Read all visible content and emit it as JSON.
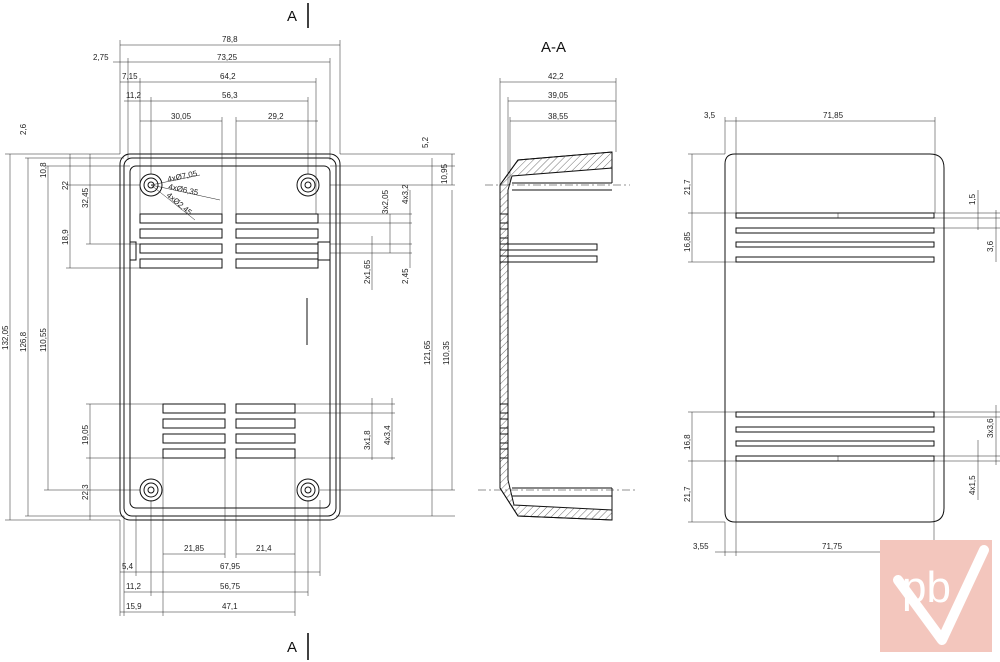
{
  "section_labels": {
    "left_top": "A",
    "left_bottom": "A",
    "section": "A-A"
  },
  "front_view": {
    "top_dims": [
      "78,8",
      "2,75",
      "73,25",
      "7,15",
      "64,2",
      "11,2",
      "56,3",
      "30,05",
      "29,2"
    ],
    "left_dims": [
      "2,6",
      "10,8",
      "22",
      "32,45",
      "18,9",
      "132,05",
      "126,8",
      "110,55",
      "19,05",
      "22,3"
    ],
    "right_dims": [
      "5,2",
      "10,95",
      "3x2,05",
      "4x3,2",
      "2x1,65",
      "2,45",
      "121,65",
      "110,35",
      "3x1,8",
      "4x3,4"
    ],
    "hole_callouts": [
      "4xØ7,05",
      "4xØ6,35",
      "4xØ2,45"
    ],
    "bottom_dims": [
      "21,85",
      "21,4",
      "5,4",
      "67,95",
      "11,2",
      "56,75",
      "15,9",
      "47,1"
    ]
  },
  "section_view": {
    "top_dims": [
      "42,2",
      "39,05",
      "38,55"
    ]
  },
  "side_view": {
    "top_dims": [
      "3,5",
      "71,85"
    ],
    "left_dims": [
      "21,7",
      "16,85",
      "16,8",
      "21,7"
    ],
    "right_dims": [
      "1,5",
      "3,6",
      "3x3,6",
      "4x1,5"
    ],
    "bottom_dims": [
      "3,55",
      "71,75"
    ]
  },
  "logo": {
    "text": "pb",
    "color": "#e5533d"
  }
}
